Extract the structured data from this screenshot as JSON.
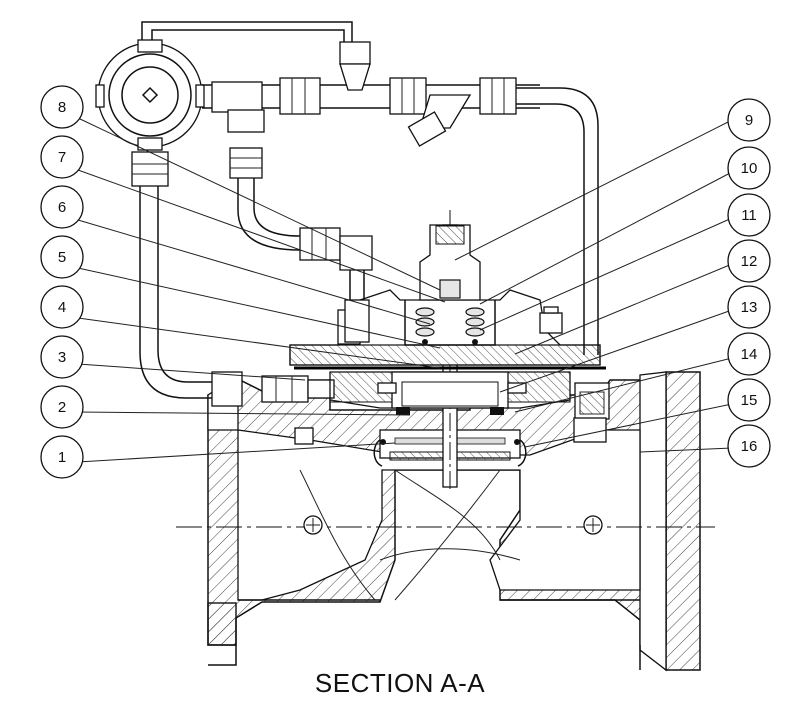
{
  "drawing": {
    "title": "SECTION A-A",
    "callouts_left": [
      "8",
      "7",
      "6",
      "5",
      "4",
      "3",
      "2",
      "1"
    ],
    "callouts_right": [
      "9",
      "10",
      "11",
      "12",
      "13",
      "14",
      "15",
      "16"
    ]
  },
  "colors": {
    "line": "#111111",
    "background": "#ffffff",
    "hatch": "#444444"
  }
}
